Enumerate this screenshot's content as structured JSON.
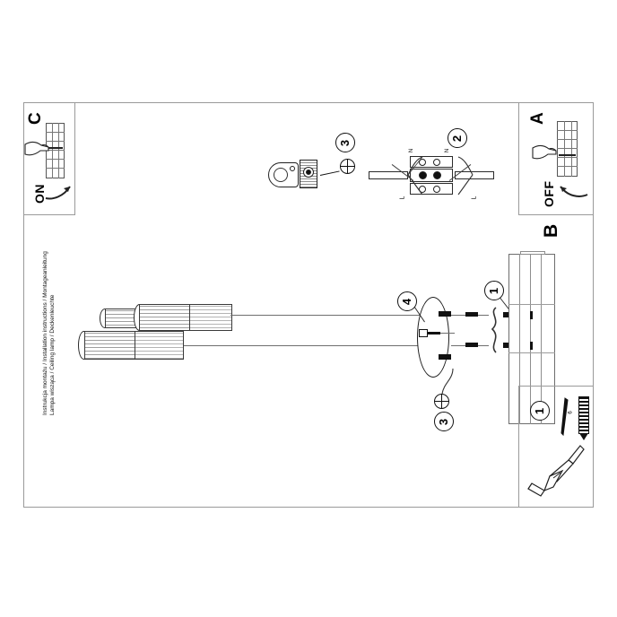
{
  "document": {
    "type": "assembly-instruction-sheet",
    "side_text_line1": "Instrukcja montażu / Installation instructions / Montageanleitung",
    "side_text_line2": "Lampa wisząca / Ceiling lamp / Deckenleuchte"
  },
  "panels": {
    "c": {
      "letter": "C",
      "action_label": "ON",
      "icon": "circuit-breaker-hand-on",
      "description": "Hand switching circuit breaker to ON"
    },
    "a": {
      "letter": "A",
      "action_label": "OFF",
      "icon": "circuit-breaker-hand-off",
      "description": "Hand switching circuit breaker to OFF"
    },
    "b": {
      "letter": "B",
      "description": "Main mounting illustration"
    },
    "tools": {
      "callout": "1",
      "icon": "drill-screw-wallplug",
      "dimension_label": "6",
      "description": "Drill, screw and wall plug"
    }
  },
  "callouts": {
    "step1_wall": "1",
    "step1_tools": "1",
    "step2_terminal": "2",
    "step3_connector": "3",
    "step3_plate": "3",
    "step4_plate": "4"
  },
  "terminal_block": {
    "label_left_top": "N",
    "label_right_top": "N",
    "label_left_bottom": "L",
    "label_right_bottom": "L",
    "wire_left": "L",
    "wire_right": "L",
    "icon": "terminal-block-connector"
  },
  "connector": {
    "icon": "quick-connector-screw",
    "callout": "3"
  },
  "colors": {
    "frame": "#9a9a9a",
    "ink": "#111111",
    "gray": "#6f6f6f",
    "paper": "#ffffff"
  }
}
